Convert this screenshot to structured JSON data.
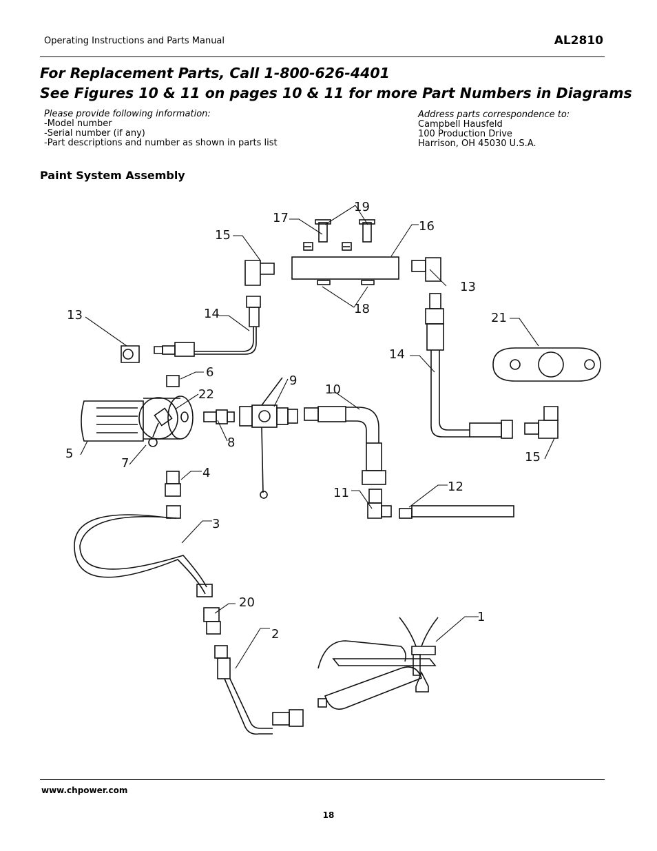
{
  "header": {
    "manual_title": "Operating Instructions and Parts Manual",
    "model": "AL2810"
  },
  "titles": {
    "line1": "For Replacement Parts, Call 1-800-626-4401",
    "line2": "See Figures 10 & 11 on pages 10 & 11 for more Part Numbers in Diagrams"
  },
  "info_left": {
    "heading": "Please provide following information:",
    "items": [
      "-Model number",
      "-Serial number (if any)",
      "-Part descriptions and number as shown in parts list"
    ]
  },
  "info_right": {
    "heading": "Address parts correspondence to:",
    "lines": [
      "Campbell Hausfeld",
      "100 Production Drive",
      "Harrison, OH 45030  U.S.A."
    ]
  },
  "section_title": "Paint System Assembly",
  "callouts": [
    "1",
    "2",
    "3",
    "4",
    "5",
    "6",
    "7",
    "8",
    "9",
    "10",
    "11",
    "12",
    "13",
    "13",
    "14",
    "14",
    "15",
    "15",
    "16",
    "17",
    "18",
    "19",
    "20",
    "21",
    "22"
  ],
  "footer": {
    "url": "www.chpower.com",
    "page": "18"
  }
}
